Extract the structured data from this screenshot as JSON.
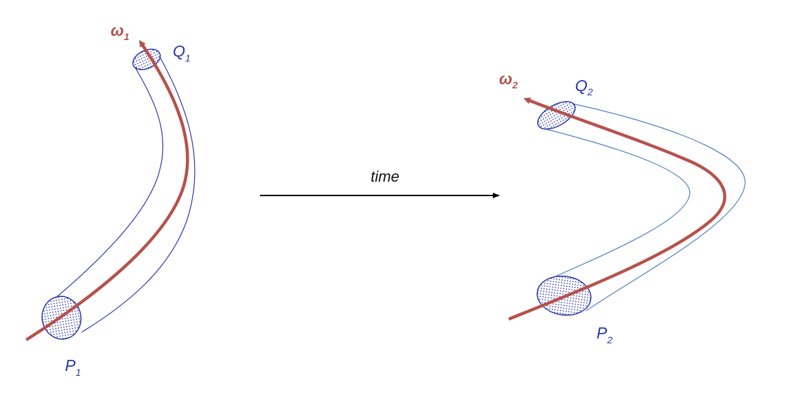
{
  "left_tube": {
    "vorticity": {
      "base": "ω",
      "sub": "1"
    },
    "top_end": {
      "base": "Q",
      "sub": "1"
    },
    "bottom_end": {
      "base": "P",
      "sub": "1"
    }
  },
  "right_tube": {
    "vorticity": {
      "base": "ω",
      "sub": "2"
    },
    "top_end": {
      "base": "Q",
      "sub": "2"
    },
    "bottom_end": {
      "base": "P",
      "sub": "2"
    }
  },
  "arrow": {
    "label": "time"
  },
  "colors": {
    "tube_left": "#2a35a8",
    "tube_right": "#4a7fc4",
    "vortex_line": "#b5524c",
    "label_blue": "#2a35a8",
    "arrow": "#000000"
  }
}
